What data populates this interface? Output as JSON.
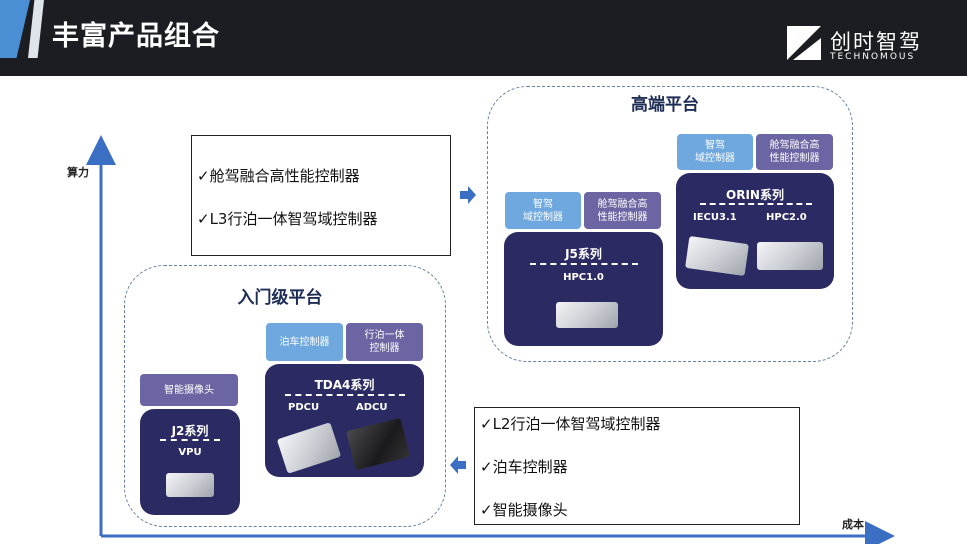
{
  "header": {
    "title": "丰富产品组合"
  },
  "logo": {
    "cn": "创时智驾",
    "en": "TECHNOMOUS"
  },
  "axes": {
    "y_label": "算力",
    "x_label": "成本"
  },
  "entry_platform": {
    "title": "入门级平台",
    "j2": {
      "tag": "智能摄像头",
      "series": "J2系列",
      "product": "VPU"
    },
    "tda4": {
      "tag_left": "泊车控制器",
      "tag_right": "行泊一体\n控制器",
      "series": "TDA4系列",
      "products": [
        "PDCU",
        "ADCU"
      ]
    }
  },
  "high_platform": {
    "title": "高端平台",
    "j5": {
      "tag_left": "智驾\n域控制器",
      "tag_right": "舱驾融合高\n性能控制器",
      "series": "J5系列",
      "product": "HPC1.0"
    },
    "orin": {
      "tag_left": "智驾\n域控制器",
      "tag_right": "舱驾融合高\n性能控制器",
      "series": "ORIN系列",
      "products": [
        "IECU3.1",
        "HPC2.0"
      ]
    }
  },
  "box_high": {
    "items": [
      "✓舱驾融合高性能控制器",
      "✓L3行泊一体智驾域控制器"
    ]
  },
  "box_entry": {
    "items": [
      "✓L2行泊一体智驾域控制器",
      "✓泊车控制器",
      "✓智能摄像头"
    ]
  },
  "colors": {
    "navy": "#2b2a63",
    "blue_tag": "#6ea8de",
    "purple_tag": "#6b65a3",
    "axis": "#3b6fc4",
    "header_bg": "#1c1d22"
  },
  "icons": [
    "check-icon",
    "arrow-right-icon",
    "arrow-left-icon",
    "device-image"
  ]
}
